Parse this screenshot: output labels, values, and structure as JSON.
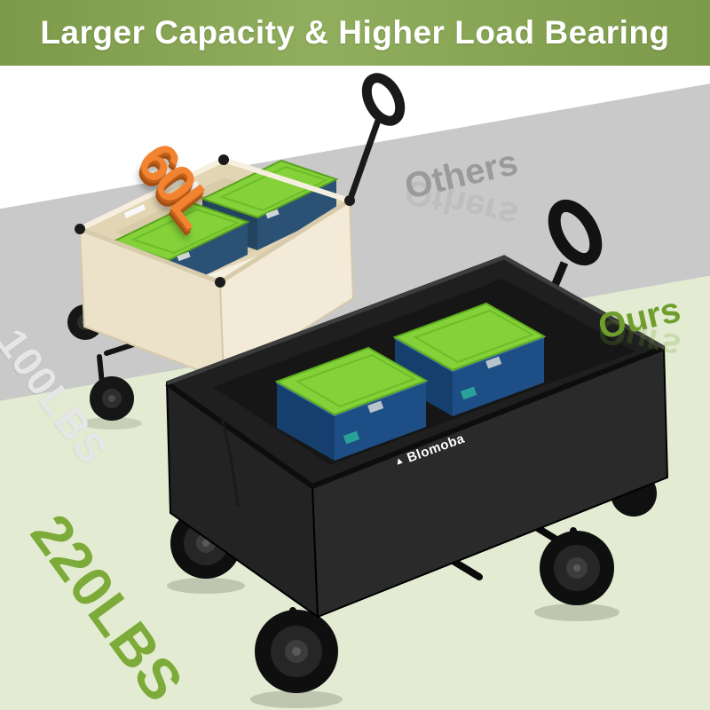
{
  "banner": {
    "title": "Larger Capacity & Higher Load Bearing"
  },
  "comparison": {
    "others": {
      "label": "Others",
      "capacity": "60L",
      "load": "100LBS"
    },
    "ours": {
      "label": "Ours",
      "load": "220LBS",
      "brand": "Blomoba"
    }
  },
  "icons": {
    "brand_logo": "▲"
  },
  "colors": {
    "banner_green": "#7c9a49",
    "banner_green_light": "#90ae5d",
    "band_gray": "#c9c9c9",
    "band_green": "#e3ecd2",
    "accent_orange": "#f28331",
    "others_gray": "#9a9a9a",
    "ours_green": "#6f9e2e",
    "load_green": "#7cab39",
    "load_gray": "#e6e6e6",
    "beige_fabric": "#ece2ca",
    "beige_fabric_light": "#f3ebd8",
    "cooler_lid_green": "#84d13a",
    "cooler_body_blue": "#1d4e86"
  }
}
